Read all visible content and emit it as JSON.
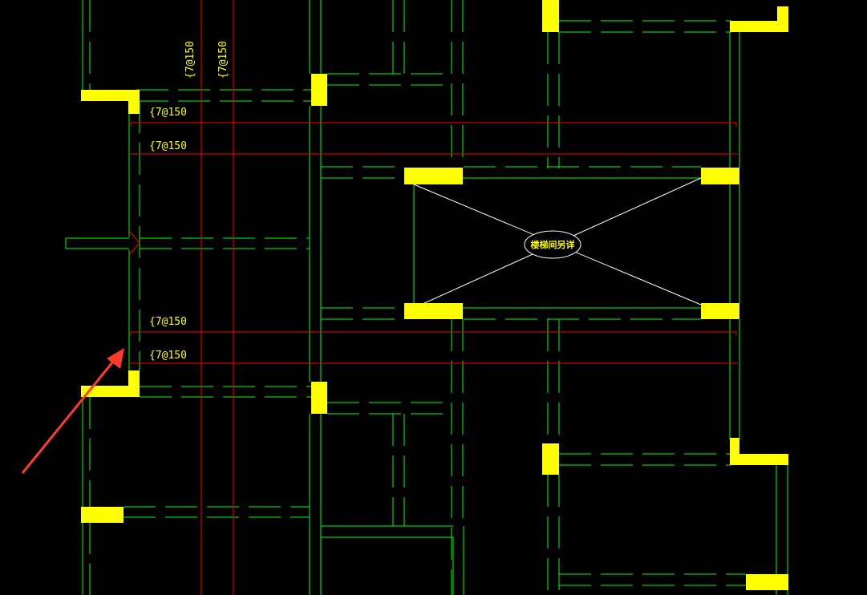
{
  "drawing": {
    "rebar_labels": {
      "vertical_1": "{7@150",
      "vertical_2": "{7@150",
      "top_1": "{7@150",
      "top_2": "{7@150",
      "bottom_1": "{7@150",
      "bottom_2": "{7@150"
    },
    "stair_note": "楼梯间另详",
    "colors": {
      "background": "#000000",
      "wall": "#00ff00",
      "column": "#ffff00",
      "rebar": "#ff0000",
      "annotation_arrow": "#ff3b30",
      "text": "#ffff00"
    }
  }
}
